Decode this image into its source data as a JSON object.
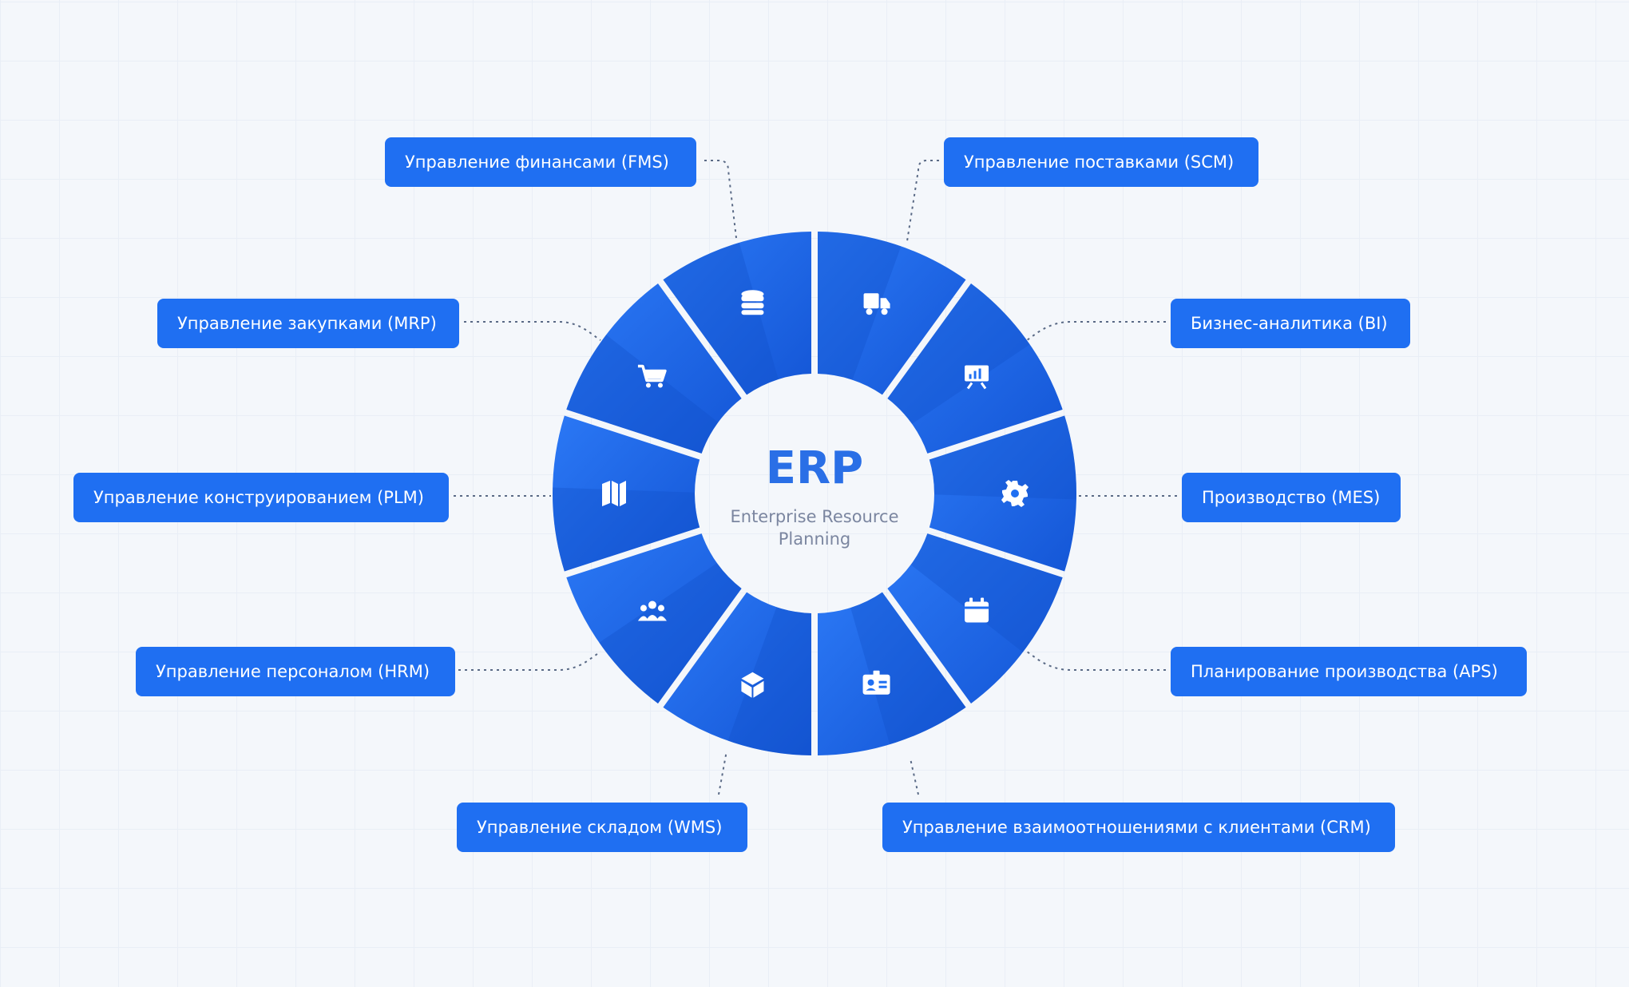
{
  "center": {
    "title": "ERP",
    "subtitle_line1": "Enterprise Resource",
    "subtitle_line2": "Planning"
  },
  "colors": {
    "accent": "#1f6ff2",
    "title": "#2a6fe6",
    "subtitle": "#7b86a0",
    "background": "#f4f7fb"
  },
  "modules": [
    {
      "label": "Управление финансами (FMS)",
      "icon": "database-icon"
    },
    {
      "label": "Управление поставками (SCM)",
      "icon": "truck-icon"
    },
    {
      "label": "Бизнес-аналитика (BI)",
      "icon": "presentation-chart-icon"
    },
    {
      "label": "Производство (MES)",
      "icon": "gear-icon"
    },
    {
      "label": "Планирование производства (APS)",
      "icon": "calendar-icon"
    },
    {
      "label": "Управление взаимоотношениями с клиентами (CRM)",
      "icon": "id-card-icon"
    },
    {
      "label": "Управление складом (WMS)",
      "icon": "box-icon"
    },
    {
      "label": "Управление персоналом (HRM)",
      "icon": "people-icon"
    },
    {
      "label": "Управление конструированием (PLM)",
      "icon": "blueprint-icon"
    },
    {
      "label": "Управление закупками (MRP)",
      "icon": "cart-icon"
    }
  ]
}
